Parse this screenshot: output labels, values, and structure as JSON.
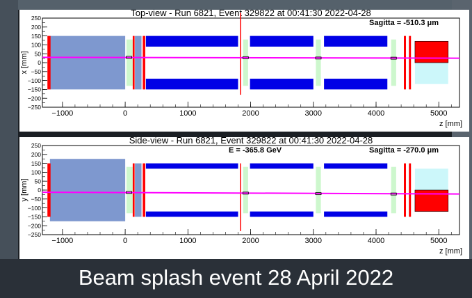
{
  "caption": "Beam splash event 28 April 2022",
  "colors": {
    "frame_bg": "#ffffff",
    "absorber": "#7e98cf",
    "spectrometer": "#0000e6",
    "plane": "#cdf7cd",
    "red": "#ff0000",
    "calo_top": "#ccf7fa",
    "track": "#ff00ff",
    "line": "#000000",
    "backdrop": "#1b1f24"
  },
  "chart_data": [
    {
      "type": "scatter",
      "title": "Top-view - Run 6821, Event 329822 at 00:41:30 2022-04-28",
      "ylabel": "x [mm]",
      "xlabel": "z [mm]",
      "xlim": [
        -1320,
        5330
      ],
      "ylim": [
        -250,
        250
      ],
      "xticks": [
        -1000,
        0,
        1000,
        2000,
        3000,
        4000,
        5000
      ],
      "yticks": [
        -250,
        -200,
        -150,
        -100,
        -50,
        0,
        50,
        100,
        150,
        200,
        250
      ],
      "annotations": [
        {
          "label": "Sagitta = -510.3 ",
          "unit": "μm"
        }
      ],
      "detector": {
        "absorber": {
          "z": [
            -1200,
            0
          ],
          "half_width": 150
        },
        "target_region": [
          {
            "z": [
              120,
              150
            ],
            "color": "red",
            "y": [
              -150,
              150
            ]
          },
          {
            "z": [
              155,
              260
            ],
            "color": "absorber",
            "y": [
              -150,
              150
            ]
          },
          {
            "z": [
              280,
              320
            ],
            "color": "red",
            "y": [
              -150,
              150
            ]
          },
          {
            "z": [
              -1240,
              -1190
            ],
            "color": "red",
            "y": [
              -150,
              150
            ]
          }
        ],
        "planes": [
          {
            "z": [
              20,
              120
            ],
            "half_width": 130
          },
          {
            "z": [
              1880,
              1960
            ],
            "half_width": 130
          },
          {
            "z": [
              3040,
              3120
            ],
            "half_width": 130
          },
          {
            "z": [
              4240,
              4320
            ],
            "half_width": 130
          }
        ],
        "magnets_top": [
          {
            "z": [
              330,
              1800
            ],
            "y": [
              150,
              90
            ]
          },
          {
            "z": [
              1990,
              3000
            ],
            "y": [
              150,
              90
            ]
          },
          {
            "z": [
              3170,
              4180
            ],
            "y": [
              150,
              90
            ]
          }
        ],
        "magnets_bottom": [
          {
            "z": [
              330,
              1800
            ],
            "y": [
              -90,
              -150
            ]
          },
          {
            "z": [
              1990,
              3000
            ],
            "y": [
              -90,
              -150
            ]
          },
          {
            "z": [
              3170,
              4180
            ],
            "y": [
              -90,
              -150
            ]
          }
        ],
        "muon_lines": [
          4460,
          4540
        ],
        "calo_red": {
          "z": [
            4620,
            5150
          ],
          "y": [
            120,
            0
          ]
        },
        "calo_light": {
          "z": [
            4620,
            5150
          ],
          "y": [
            0,
            -120
          ]
        },
        "red_marker": {
          "z": 1840,
          "y": [
            -180,
            280
          ]
        }
      },
      "track": [
        [
          -1320,
          30
        ],
        [
          5330,
          25
        ]
      ],
      "hits": [
        [
          60,
          30
        ],
        [
          1920,
          28
        ],
        [
          3080,
          26
        ],
        [
          4280,
          25
        ]
      ]
    },
    {
      "type": "scatter",
      "title": "Side-view - Run 6821, Event 329822 at 00:41:30 2022-04-28",
      "ylabel": "y [mm]",
      "xlabel": "z [mm]",
      "xlim": [
        -1320,
        5330
      ],
      "ylim": [
        -250,
        250
      ],
      "xticks": [
        -1000,
        0,
        1000,
        2000,
        3000,
        4000,
        5000
      ],
      "yticks": [
        -250,
        -200,
        -150,
        -100,
        -50,
        0,
        50,
        100,
        150,
        200,
        250
      ],
      "annotations": [
        {
          "label": "E = -365.8 GeV",
          "unit": ""
        },
        {
          "label": "Sagitta = -270.0 ",
          "unit": "μm"
        }
      ],
      "detector": {
        "absorber": {
          "z": [
            -1200,
            0
          ],
          "half_width": 175
        },
        "target_region": [
          {
            "z": [
              120,
              150
            ],
            "color": "red",
            "y": [
              -150,
              150
            ]
          },
          {
            "z": [
              155,
              260
            ],
            "color": "absorber",
            "y": [
              -150,
              150
            ]
          },
          {
            "z": [
              280,
              320
            ],
            "color": "red",
            "y": [
              -150,
              150
            ]
          },
          {
            "z": [
              -1240,
              -1190
            ],
            "color": "red",
            "y": [
              -150,
              150
            ]
          }
        ],
        "planes": [
          {
            "z": [
              20,
              120
            ],
            "half_width": 130
          },
          {
            "z": [
              1880,
              1960
            ],
            "half_width": 130
          },
          {
            "z": [
              3040,
              3120
            ],
            "half_width": 130
          },
          {
            "z": [
              4240,
              4320
            ],
            "half_width": 130
          }
        ],
        "magnets_top": [
          {
            "z": [
              330,
              1800
            ],
            "y": [
              150,
              120
            ]
          },
          {
            "z": [
              1990,
              3000
            ],
            "y": [
              150,
              120
            ]
          },
          {
            "z": [
              3170,
              4180
            ],
            "y": [
              150,
              120
            ]
          }
        ],
        "magnets_bottom": [
          {
            "z": [
              330,
              1800
            ],
            "y": [
              -120,
              -150
            ]
          },
          {
            "z": [
              1990,
              3000
            ],
            "y": [
              -120,
              -150
            ]
          },
          {
            "z": [
              3170,
              4180
            ],
            "y": [
              -120,
              -150
            ]
          }
        ],
        "muon_lines": [
          4460,
          4540
        ],
        "calo_red": {
          "z": [
            4620,
            5150
          ],
          "y": [
            0,
            -120
          ]
        },
        "calo_light": {
          "z": [
            4620,
            5150
          ],
          "y": [
            120,
            0
          ]
        },
        "red_marker": {
          "z": 1840,
          "y": [
            -230,
            150
          ]
        }
      },
      "track": [
        [
          -1320,
          -12
        ],
        [
          5330,
          -22
        ]
      ],
      "hits": [
        [
          60,
          -13
        ],
        [
          1920,
          -17
        ],
        [
          3080,
          -20
        ],
        [
          4280,
          -22
        ]
      ]
    }
  ]
}
